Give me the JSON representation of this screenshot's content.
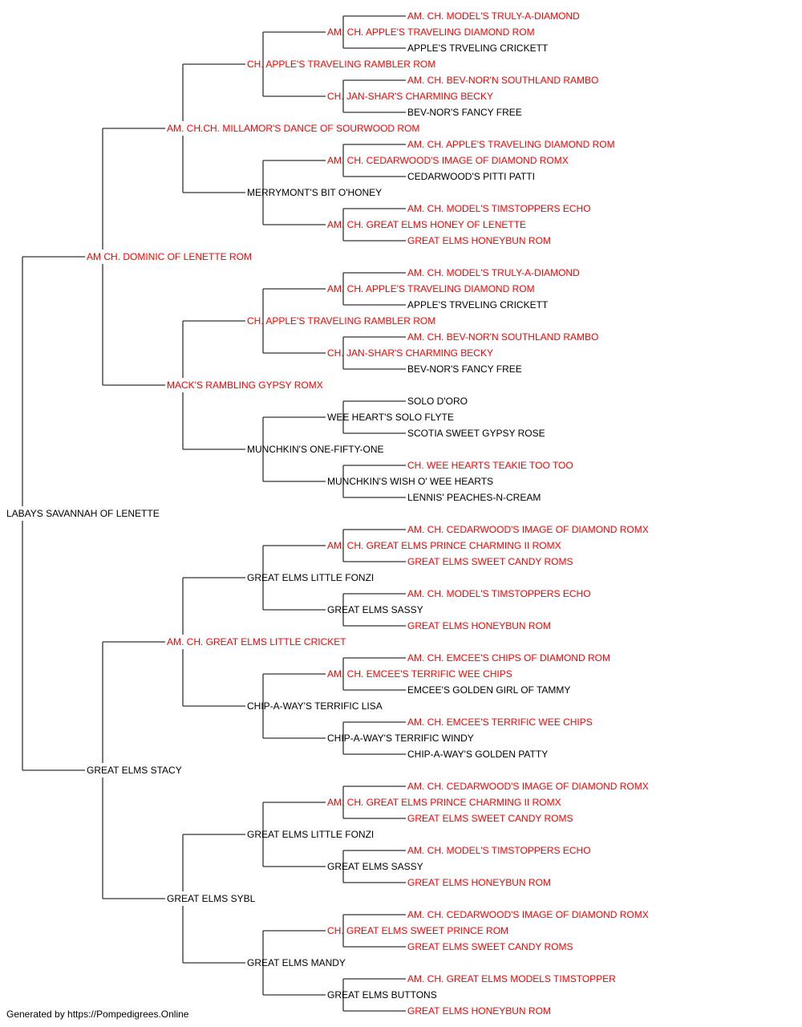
{
  "colors": {
    "champion": "#ff0000",
    "regular": "#000000",
    "line": "#333333"
  },
  "pedigree": {
    "name": "LABAYS SAVANNAH OF LENETTE",
    "champion": false,
    "sire": {
      "name": "AM CH. DOMINIC OF LENETTE ROM",
      "champion": true,
      "sire": {
        "name": "AM. CH.CH. MILLAMOR'S DANCE OF SOURWOOD ROM",
        "champion": true,
        "sire": {
          "name": "CH. APPLE'S TRAVELING RAMBLER ROM",
          "champion": true,
          "sire": {
            "name": "AM. CH. APPLE'S TRAVELING DIAMOND ROM",
            "champion": true,
            "sire": {
              "name": "AM. CH. MODEL'S TRULY-A-DIAMOND",
              "champion": true
            },
            "dam": {
              "name": "APPLE'S TRVELING CRICKETT",
              "champion": false
            }
          },
          "dam": {
            "name": "CH. JAN-SHAR'S CHARMING BECKY",
            "champion": true,
            "sire": {
              "name": "AM. CH. BEV-NOR'N SOUTHLAND RAMBO",
              "champion": true
            },
            "dam": {
              "name": "BEV-NOR'S FANCY FREE",
              "champion": false
            }
          }
        },
        "dam": {
          "name": "MERRYMONT'S BIT O'HONEY",
          "champion": false,
          "sire": {
            "name": "AM. CH. CEDARWOOD'S IMAGE OF DIAMOND ROMX",
            "champion": true,
            "sire": {
              "name": "AM. CH. APPLE'S TRAVELING DIAMOND ROM",
              "champion": true
            },
            "dam": {
              "name": "CEDARWOOD'S PITTI PATTI",
              "champion": false
            }
          },
          "dam": {
            "name": "AM. CH. GREAT ELMS HONEY OF LENETTE",
            "champion": true,
            "sire": {
              "name": "AM. CH. MODEL'S TIMSTOPPERS ECHO",
              "champion": true
            },
            "dam": {
              "name": "GREAT ELMS HONEYBUN ROM",
              "champion": true
            }
          }
        }
      },
      "dam": {
        "name": "MACK'S RAMBLING GYPSY ROMX",
        "champion": true,
        "sire": {
          "name": "CH. APPLE'S TRAVELING RAMBLER ROM",
          "champion": true,
          "sire": {
            "name": "AM. CH. APPLE'S TRAVELING DIAMOND ROM",
            "champion": true,
            "sire": {
              "name": "AM. CH. MODEL'S TRULY-A-DIAMOND",
              "champion": true
            },
            "dam": {
              "name": "APPLE'S TRVELING CRICKETT",
              "champion": false
            }
          },
          "dam": {
            "name": "CH. JAN-SHAR'S CHARMING BECKY",
            "champion": true,
            "sire": {
              "name": "AM. CH. BEV-NOR'N SOUTHLAND RAMBO",
              "champion": true
            },
            "dam": {
              "name": "BEV-NOR'S FANCY FREE",
              "champion": false
            }
          }
        },
        "dam": {
          "name": "MUNCHKIN'S ONE-FIFTY-ONE",
          "champion": false,
          "sire": {
            "name": "WEE HEART'S SOLO FLYTE",
            "champion": false,
            "sire": {
              "name": "SOLO D'ORO",
              "champion": false
            },
            "dam": {
              "name": "SCOTIA SWEET GYPSY ROSE",
              "champion": false
            }
          },
          "dam": {
            "name": "MUNCHKIN'S WISH O' WEE HEARTS",
            "champion": false,
            "sire": {
              "name": "CH. WEE HEARTS TEAKIE TOO TOO",
              "champion": true
            },
            "dam": {
              "name": "LENNIS' PEACHES-N-CREAM",
              "champion": false
            }
          }
        }
      }
    },
    "dam": {
      "name": "GREAT ELMS STACY",
      "champion": false,
      "sire": {
        "name": "AM. CH. GREAT ELMS LITTLE CRICKET",
        "champion": true,
        "sire": {
          "name": "GREAT ELMS LITTLE FONZI",
          "champion": false,
          "sire": {
            "name": "AM. CH. GREAT ELMS PRINCE CHARMING II ROMX",
            "champion": true,
            "sire": {
              "name": "AM. CH. CEDARWOOD'S IMAGE OF DIAMOND ROMX",
              "champion": true
            },
            "dam": {
              "name": "GREAT ELMS SWEET CANDY ROMS",
              "champion": true
            }
          },
          "dam": {
            "name": "GREAT ELMS SASSY",
            "champion": false,
            "sire": {
              "name": "AM. CH. MODEL'S TIMSTOPPERS ECHO",
              "champion": true
            },
            "dam": {
              "name": "GREAT ELMS HONEYBUN ROM",
              "champion": true
            }
          }
        },
        "dam": {
          "name": "CHIP-A-WAY'S TERRIFIC LISA",
          "champion": false,
          "sire": {
            "name": "AM. CH. EMCEE'S TERRIFIC WEE CHIPS",
            "champion": true,
            "sire": {
              "name": "AM. CH. EMCEE'S CHIPS OF DIAMOND ROM",
              "champion": true
            },
            "dam": {
              "name": "EMCEE'S GOLDEN GIRL OF TAMMY",
              "champion": false
            }
          },
          "dam": {
            "name": "CHIP-A-WAY'S TERRIFIC WINDY",
            "champion": false,
            "sire": {
              "name": "AM. CH. EMCEE'S TERRIFIC WEE CHIPS",
              "champion": true
            },
            "dam": {
              "name": "CHIP-A-WAY'S GOLDEN PATTY",
              "champion": false
            }
          }
        }
      },
      "dam": {
        "name": "GREAT ELMS SYBL",
        "champion": false,
        "sire": {
          "name": "GREAT ELMS LITTLE FONZI",
          "champion": false,
          "sire": {
            "name": "AM. CH. GREAT ELMS PRINCE CHARMING II ROMX",
            "champion": true,
            "sire": {
              "name": "AM. CH. CEDARWOOD'S IMAGE OF DIAMOND ROMX",
              "champion": true
            },
            "dam": {
              "name": "GREAT ELMS SWEET CANDY ROMS",
              "champion": true
            }
          },
          "dam": {
            "name": "GREAT ELMS SASSY",
            "champion": false,
            "sire": {
              "name": "AM. CH. MODEL'S TIMSTOPPERS ECHO",
              "champion": true
            },
            "dam": {
              "name": "GREAT ELMS HONEYBUN ROM",
              "champion": true
            }
          }
        },
        "dam": {
          "name": "GREAT ELMS MANDY",
          "champion": false,
          "sire": {
            "name": "CH. GREAT ELMS SWEET PRINCE ROM",
            "champion": true,
            "sire": {
              "name": "AM. CH. CEDARWOOD'S IMAGE OF DIAMOND ROMX",
              "champion": true
            },
            "dam": {
              "name": "GREAT ELMS SWEET CANDY ROMS",
              "champion": true
            }
          },
          "dam": {
            "name": "GREAT ELMS BUTTONS",
            "champion": false,
            "sire": {
              "name": "AM. CH. GREAT ELMS MODELS TIMSTOPPER",
              "champion": true
            },
            "dam": {
              "name": "GREAT ELMS HONEYBUN ROM",
              "champion": true
            }
          }
        }
      }
    }
  },
  "footer": {
    "text": "Generated by https://Pompedigrees.Online"
  }
}
